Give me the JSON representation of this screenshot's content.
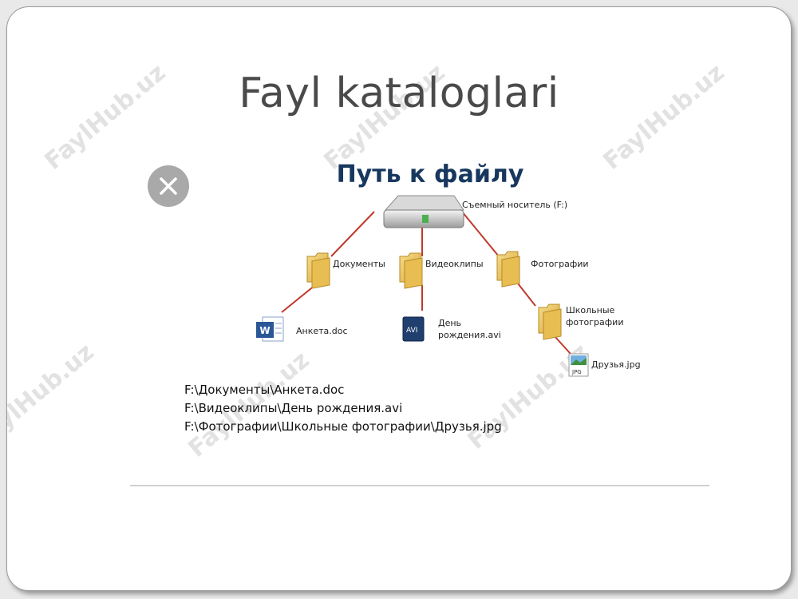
{
  "slide": {
    "title": "Fayl kataloglari"
  },
  "diagram": {
    "heading": "Путь к файлу",
    "drive_label": "Съемный носитель (F:)",
    "folders": {
      "documents": "Документы",
      "videos": "Видеоклипы",
      "photos": "Фотографии",
      "school_photos_line1": "Школьные",
      "school_photos_line2": "фотографии"
    },
    "files": {
      "doc": "Анкета.doc",
      "avi_line1": "День",
      "avi_line2": "рождения.avi",
      "jpg": "Друзья.jpg",
      "avi_badge": "AVI",
      "jpg_badge": "JPG"
    },
    "link_color": "#c0392b"
  },
  "paths": [
    "F:\\Документы\\Анкета.doc",
    "F:\\Видеоклипы\\День рождения.avi",
    "F:\\Фотографии\\Школьные фотографии\\Друзья.jpg"
  ],
  "watermark": "FaylHub.uz",
  "icons": [
    "close-icon",
    "drive-icon",
    "folder-icon",
    "word-doc-icon",
    "avi-file-icon",
    "jpg-file-icon"
  ]
}
